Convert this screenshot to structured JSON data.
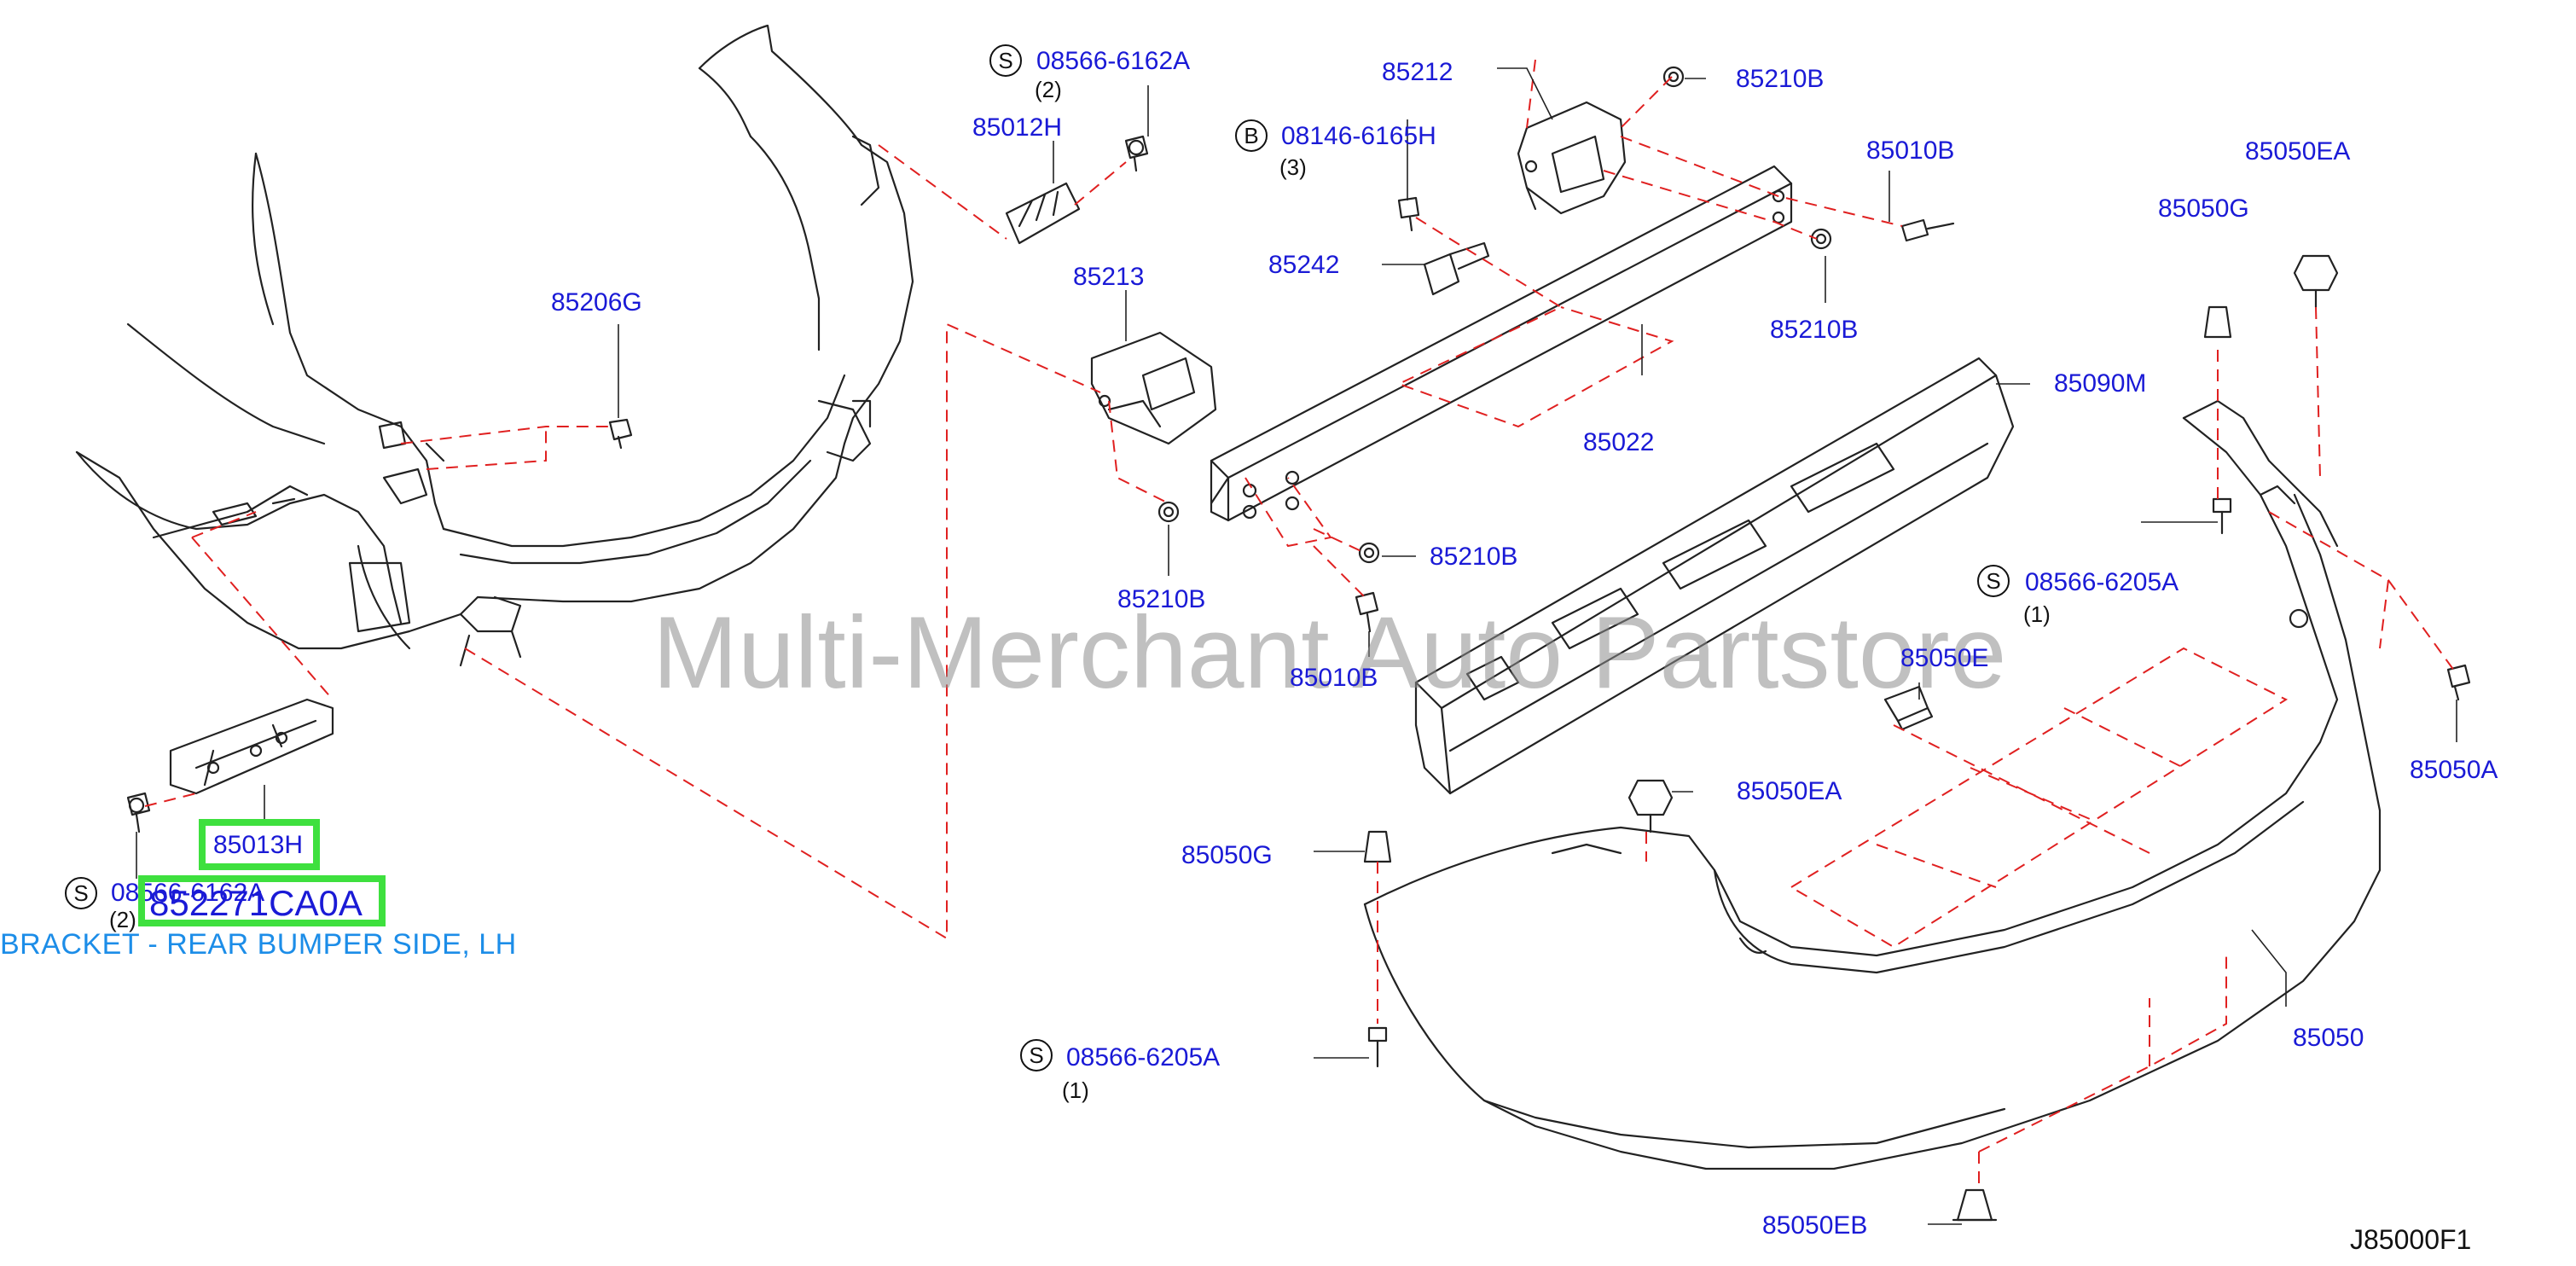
{
  "watermark": "Multi-Merchant Auto Partstore",
  "diagram_code": "J85000F1",
  "highlight": {
    "part_number": "85013H",
    "main_part": "852271CA0A",
    "description": "BRACKET - REAR BUMPER SIDE, LH"
  },
  "callouts": {
    "c1": {
      "symbol": "S",
      "part": "08566-6162A",
      "qty": "(2)"
    },
    "c2": {
      "symbol": "B",
      "part": "08146-6165H",
      "qty": "(3)"
    },
    "c3": {
      "symbol": "S",
      "part": "08566-6205A",
      "qty": "(1)"
    },
    "c4": {
      "symbol": "S",
      "part": "08566-6205A",
      "qty": "(1)"
    },
    "c5": {
      "symbol": "S",
      "part": "08566-6162A",
      "qty": "(2)"
    }
  },
  "parts": {
    "p85012H": "85012H",
    "p85212": "85212",
    "p85210B_a": "85210B",
    "p85010B_a": "85010B",
    "p85050EA_a": "85050EA",
    "p85050G_a": "85050G",
    "p85206G": "85206G",
    "p85213": "85213",
    "p85242": "85242",
    "p85210B_b": "85210B",
    "p85090M": "85090M",
    "p85022": "85022",
    "p85210B_c": "85210B",
    "p85210B_d": "85210B",
    "p85010B_b": "85010B",
    "p85050E": "85050E",
    "p85050A": "85050A",
    "p85050EA_b": "85050EA",
    "p85050G_b": "85050G",
    "p85050": "85050",
    "p85050EB": "85050EB"
  },
  "colors": {
    "label": "#1a1ad6",
    "leader_dash": "#e02020",
    "line": "#222222",
    "highlight_box": "#3ee03e",
    "description": "#1c8de8"
  }
}
